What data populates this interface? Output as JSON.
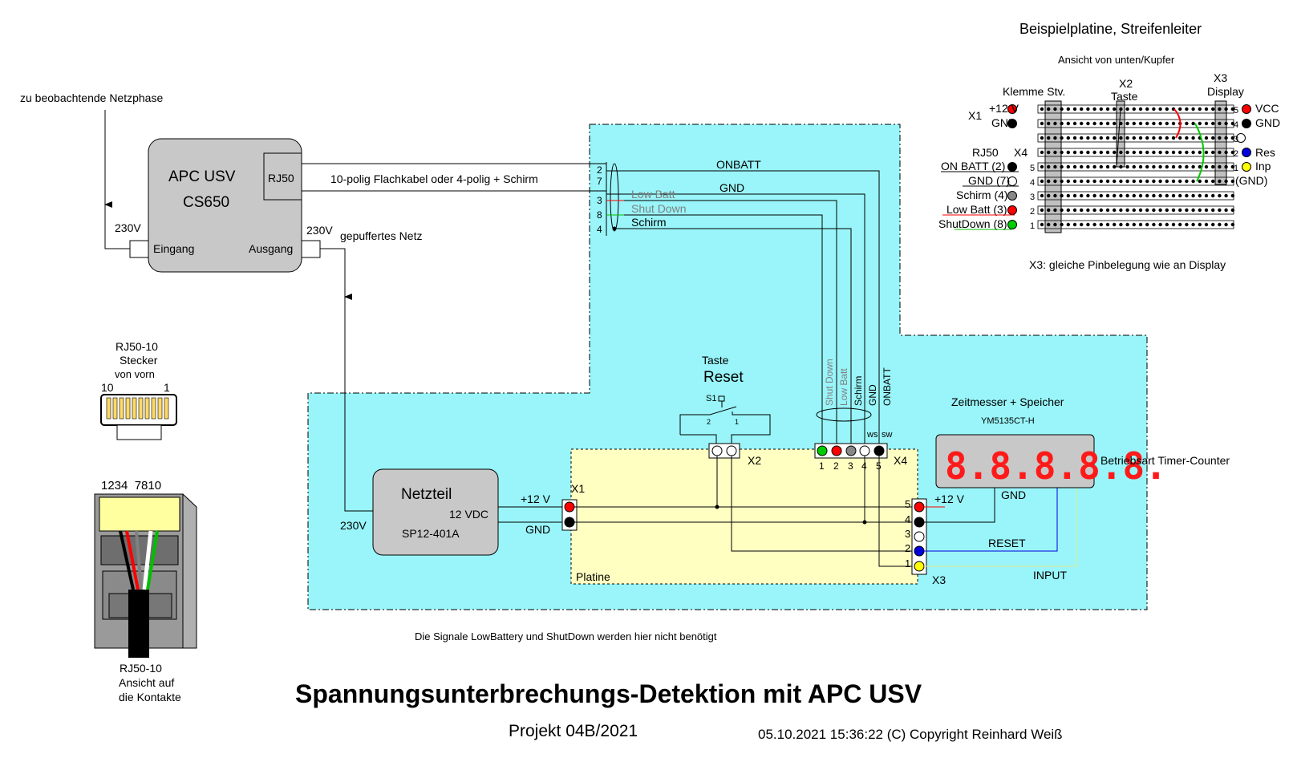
{
  "labels": {
    "phase": "zu beobachtende Netzphase",
    "v230_in": "230V",
    "v230_out": "230V",
    "v230_psu": "230V",
    "ups_name": "APC USV",
    "ups_model": "CS650",
    "rj50": "RJ50",
    "eingang": "Eingang",
    "ausgang": "Ausgang",
    "cable": "10-polig Flachkabel oder 4-polig + Schirm",
    "buffered": "gepuffertes Netz",
    "onbatt": "ONBATT",
    "gnd": "GND",
    "low_batt": "Low Batt",
    "shut_down": "Shut Down",
    "schirm": "Schirm",
    "pin2": "2",
    "pin7": "7",
    "pin3": "3",
    "pin8": "8",
    "pin4": "4",
    "taste": "Taste",
    "reset": "Reset",
    "s1": "S1",
    "s1_pin2": "2",
    "s1_pin1": "1",
    "x2": "X2",
    "x4": "X4",
    "x1": "X1",
    "x3": "X3",
    "ws": "ws",
    "sw": "sw",
    "vert_shutdown": "Shut Down",
    "vert_lowbatt": "Low Batt",
    "vert_schirm": "Schirm",
    "vert_gnd": "GND",
    "vert_onbatt": "ONBATT",
    "x4_pins": [
      "1",
      "2",
      "3",
      "4",
      "5"
    ],
    "x3_pins": [
      "5",
      "4",
      "3",
      "2",
      "1"
    ],
    "zeitmesser": "Zeitmesser + Speicher",
    "display_model": "YM5135CT-H",
    "display_digits": "8.8.8.8.8.",
    "betriebsart": "Betriebsart Timer-Counter",
    "netzteil": "Netzteil",
    "vdc": "12 VDC",
    "psu_model": "SP12-401A",
    "plus12": "+12 V",
    "plus12_x3": "+12 V",
    "gnd_psu": "GND",
    "gnd_disp": "GND",
    "reset_line": "RESET",
    "input_line": "INPUT",
    "platine": "Platine",
    "rj50_10": "RJ50-10",
    "stecker": "Stecker",
    "von_vorn": "von vorn",
    "n10": "10",
    "n1": "1",
    "pin_nums": "1234  7810",
    "rj50_10b": "RJ50-10",
    "ansicht_auf": "Ansicht auf",
    "die_kontakte": "die Kontakte",
    "note": "Die Signale LowBattery und ShutDown werden hier nicht benötigt",
    "title": "Spannungsunterbrechungs-Detektion mit APC USV",
    "projekt": "Projekt 04B/2021",
    "copyright": "05.10.2021 15:36:22 (C) Copyright Reinhard Weiß"
  },
  "board": {
    "title": "Beispielplatine, Streifenleiter",
    "subtitle": "Ansicht von unten/Kupfer",
    "klemme": "Klemme Stv.",
    "x2": "X2",
    "taste": "Taste",
    "x3": "X3",
    "display": "Display",
    "x1": "X1",
    "plus12": "+12 V",
    "gnd": "GND",
    "rj50": "RJ50",
    "x4": "X4",
    "onbatt": "ON BATT (2)",
    "gnd7": "GND (7)",
    "schirm4": "Schirm (4)",
    "lowbatt3": "Low Batt (3)",
    "shutdown8": "ShutDown (8)",
    "vcc": "VCC",
    "gnd_r": "GND",
    "res": "Res",
    "inp": "Inp",
    "gnd_paren": "(GND)",
    "left_pins": [
      "5",
      "4",
      "3",
      "2",
      "1"
    ],
    "right_pins": [
      "5",
      "4",
      "3",
      "2",
      "1"
    ],
    "footnote": "X3: gleiche Pinbelegung wie an Display"
  },
  "colors": {
    "cyan_area": "#99f5f9",
    "yellow_board": "#ffffc2",
    "box_gray": "#c8c8c8",
    "display_red": "#ff1a1a",
    "dot_red": "#ff0000",
    "dot_green": "#00cc00",
    "dot_blue": "#0000dd",
    "dot_yellow": "#ffff00",
    "dot_gray": "#888888"
  }
}
